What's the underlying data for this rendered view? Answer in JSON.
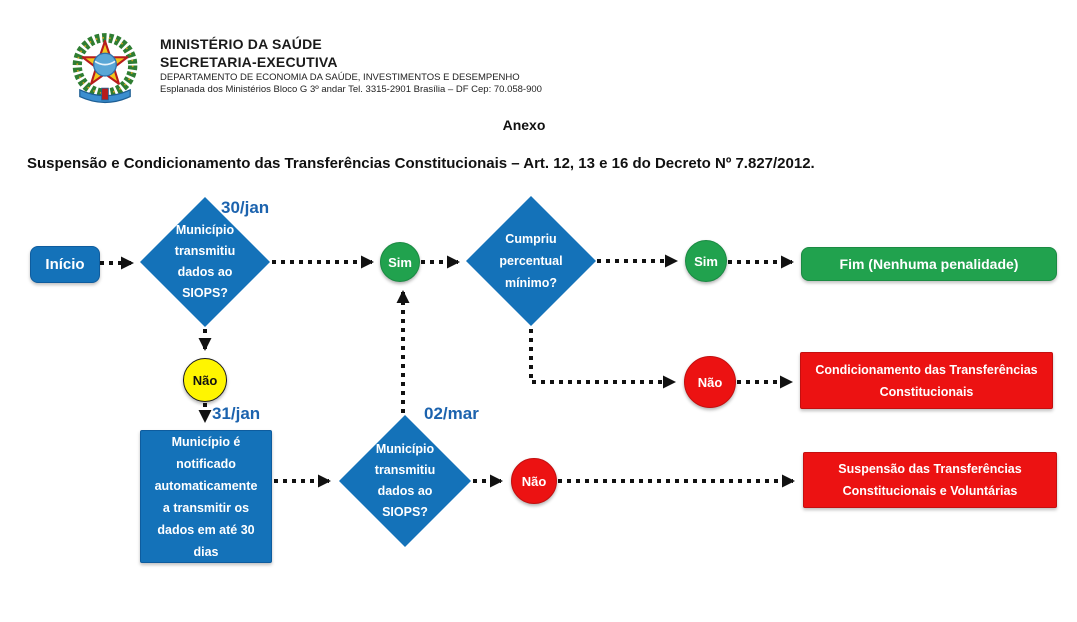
{
  "header": {
    "ministry": "MINISTÉRIO DA SAÚDE",
    "secretariat": "SECRETARIA-EXECUTIVA",
    "department": "DEPARTAMENTO DE ECONOMIA DA SAÚDE, INVESTIMENTOS E DESEMPENHO",
    "address": "Esplanada dos Ministérios Bloco G 3º andar Tel. 3315-2901 Brasília – DF Cep: 70.058-900",
    "logo": "brazil-coat-of-arms"
  },
  "annex": "Anexo",
  "title": "Suspensão e Condicionamento das Transferências Constitucionais – Art. 12, 13 e 16 do Decreto Nº 7.827/2012.",
  "flowchart": {
    "start": {
      "label": "Início"
    },
    "decision_siops_jan": {
      "text": "Município\ntransmitiu\ndados ao\nSIOPS?",
      "date": "30/jan"
    },
    "sim_1": {
      "label": "Sim"
    },
    "decision_percentual": {
      "text": "Cumpriu\npercentual\nmínimo?"
    },
    "sim_2": {
      "label": "Sim"
    },
    "end_no_penalty": {
      "label": "Fim (Nenhuma penalidade)"
    },
    "nao_condicionamento": {
      "label": "Não"
    },
    "condicionamento_box": {
      "text": "Condicionamento das Transferências\nConstitucionais"
    },
    "nao_notificacao": {
      "label": "Não"
    },
    "date_31jan": "31/jan",
    "notificacao_box": {
      "text": "Município é\nnotificado\nautomaticamente\na transmitir os\ndados em até 30\ndias"
    },
    "decision_siops_mar": {
      "text": "Município\ntransmitiu\ndados ao\nSIOPS?",
      "date": "02/mar"
    },
    "nao_suspensao": {
      "label": "Não"
    },
    "suspensao_box": {
      "text": "Suspensão das Transferências\nConstitucionais e Voluntárias"
    }
  },
  "colors": {
    "blue": "#1472B9",
    "blue_date_label": "#1C63AE",
    "green": "#21A24E",
    "red": "#EC1212",
    "yellow": "#FFF500",
    "connector": "#111111"
  }
}
